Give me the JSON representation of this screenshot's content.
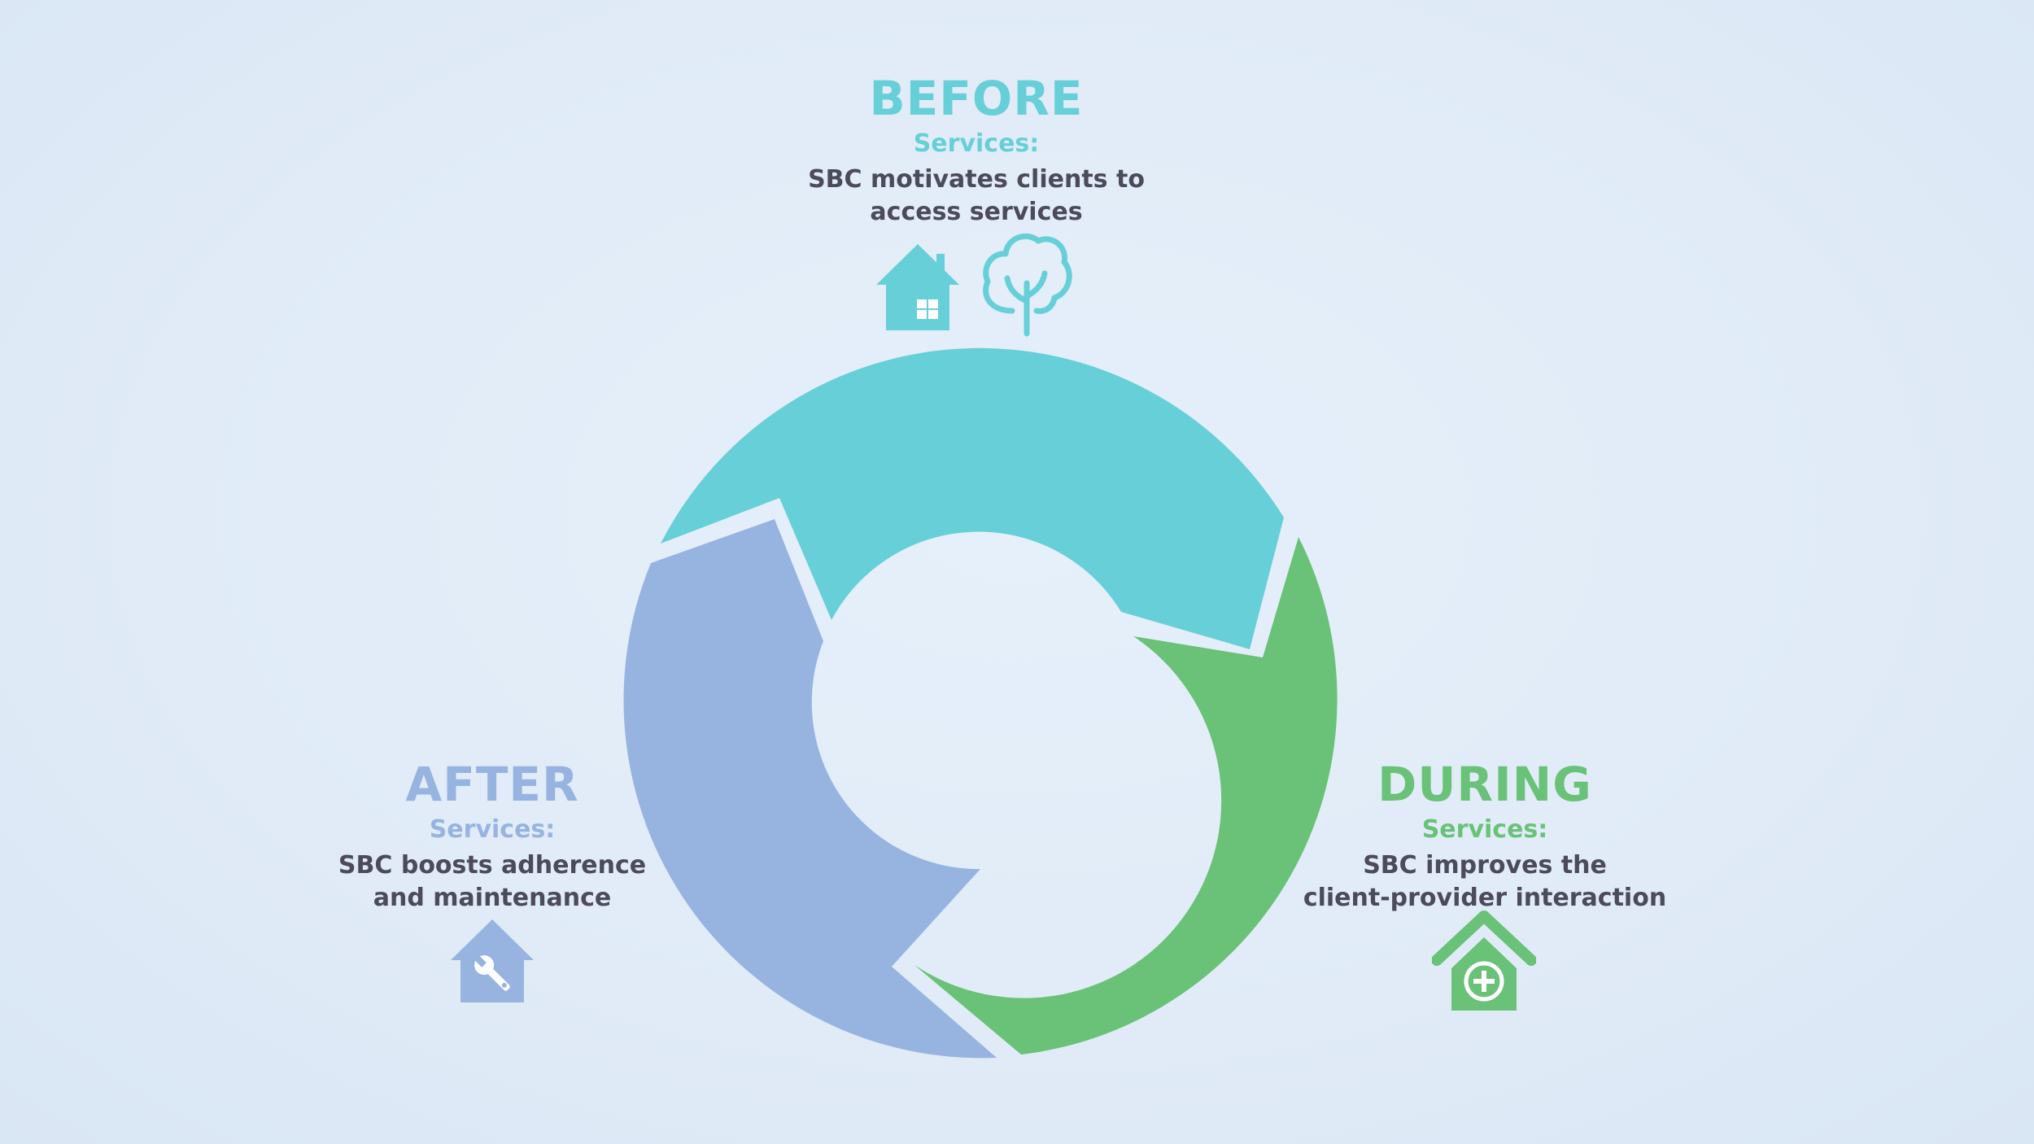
{
  "colors": {
    "background": "#e1ecf8",
    "before": "#67cfd8",
    "during": "#69c277",
    "after": "#97b4e0",
    "description_text": "#4c4a5c"
  },
  "stages": {
    "before": {
      "title": "BEFORE",
      "subtitle": "Services:",
      "description_line1": "SBC motivates clients to",
      "description_line2": "access services",
      "icons": [
        "house-icon",
        "tree-icon"
      ]
    },
    "during": {
      "title": "DURING",
      "subtitle": "Services:",
      "description_line1": "SBC improves the",
      "description_line2": "client-provider interaction",
      "icons": [
        "health-clinic-icon"
      ]
    },
    "after": {
      "title": "AFTER",
      "subtitle": "Services:",
      "description_line1": "SBC boosts adherence",
      "description_line2": "and maintenance",
      "icons": [
        "house-wrench-icon"
      ]
    }
  }
}
